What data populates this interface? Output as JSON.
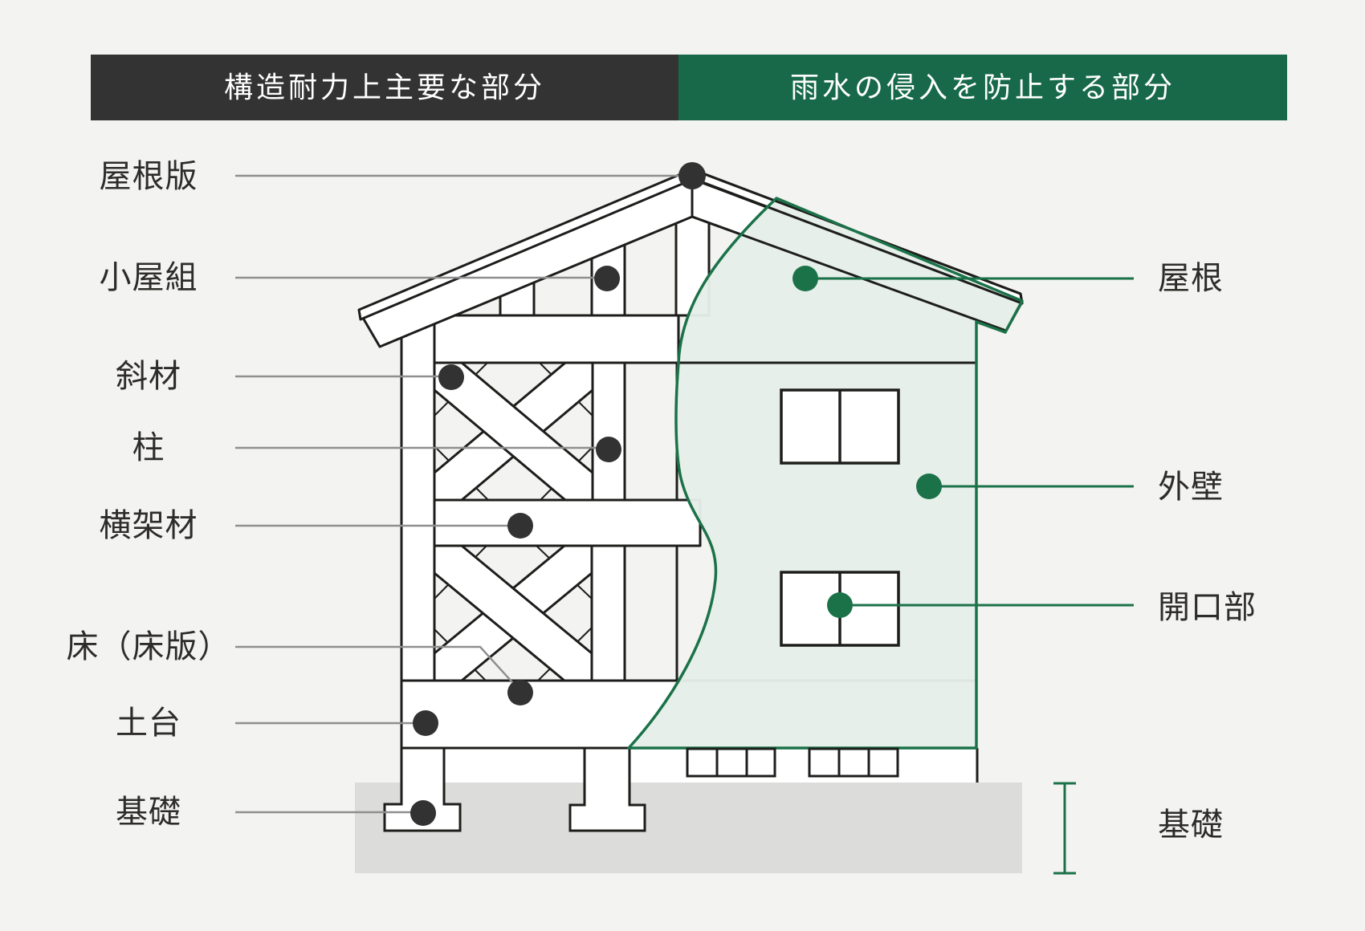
{
  "headers": {
    "structural": "構造耐力上主要な部分",
    "rain": "雨水の侵入を防止する部分"
  },
  "left_labels": [
    {
      "text": "屋根版"
    },
    {
      "text": "小屋組"
    },
    {
      "text": "斜材"
    },
    {
      "text": "柱"
    },
    {
      "text": "横架材"
    },
    {
      "text": "床（床版）"
    },
    {
      "text": "土台"
    },
    {
      "text": "基礎"
    }
  ],
  "right_labels": [
    {
      "text": "屋根"
    },
    {
      "text": "外壁"
    },
    {
      "text": "開口部"
    },
    {
      "text": "基礎"
    }
  ],
  "colors": {
    "header_dark": "#333333",
    "header_green": "#17694a",
    "accent_green": "#1b7249",
    "overlay_fill": "#e5eee8",
    "marker_dark": "#323232",
    "leader_gray": "#8f8f8f",
    "line_black": "#1d1d1b",
    "slab_gray": "#dcdcda",
    "background": "#f3f3f1"
  }
}
